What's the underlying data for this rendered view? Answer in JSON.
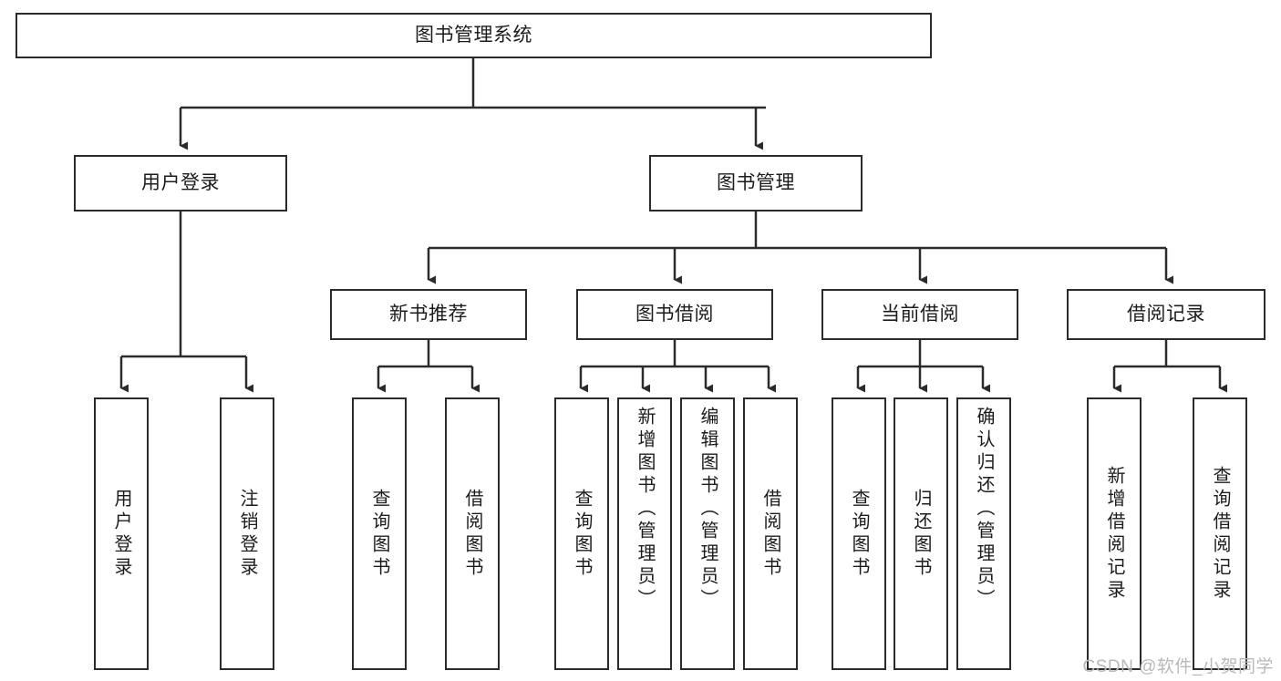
{
  "diagram": {
    "title": "图书管理系统",
    "type": "function-structure-tree",
    "watermark": "CSDN @软件_小贺同学",
    "colors": {
      "stroke": "#2b2b2b",
      "fill": "#ffffff",
      "text": "#1c1c1c",
      "watermark": "#b9b9b9"
    },
    "root": {
      "label": "图书管理系统"
    },
    "level2": [
      {
        "label": "用户登录"
      },
      {
        "label": "图书管理"
      }
    ],
    "level3": [
      {
        "label": "新书推荐"
      },
      {
        "label": "图书借阅"
      },
      {
        "label": "当前借阅"
      },
      {
        "label": "借阅记录"
      }
    ],
    "leaves": {
      "user_login": [
        {
          "label": "用户登录"
        },
        {
          "label": "注销登录"
        }
      ],
      "new_book_recommend": [
        {
          "label": "查询图书"
        },
        {
          "label": "借阅图书"
        }
      ],
      "book_borrow": [
        {
          "label": "查询图书"
        },
        {
          "label": "新增图书（管理员）"
        },
        {
          "label": "编辑图书（管理员）"
        },
        {
          "label": "借阅图书"
        }
      ],
      "current_borrow": [
        {
          "label": "查询图书"
        },
        {
          "label": "归还图书"
        },
        {
          "label": "确认归还（管理员）"
        }
      ],
      "borrow_record": [
        {
          "label": "新增借阅记录"
        },
        {
          "label": "查询借阅记录"
        }
      ]
    }
  }
}
